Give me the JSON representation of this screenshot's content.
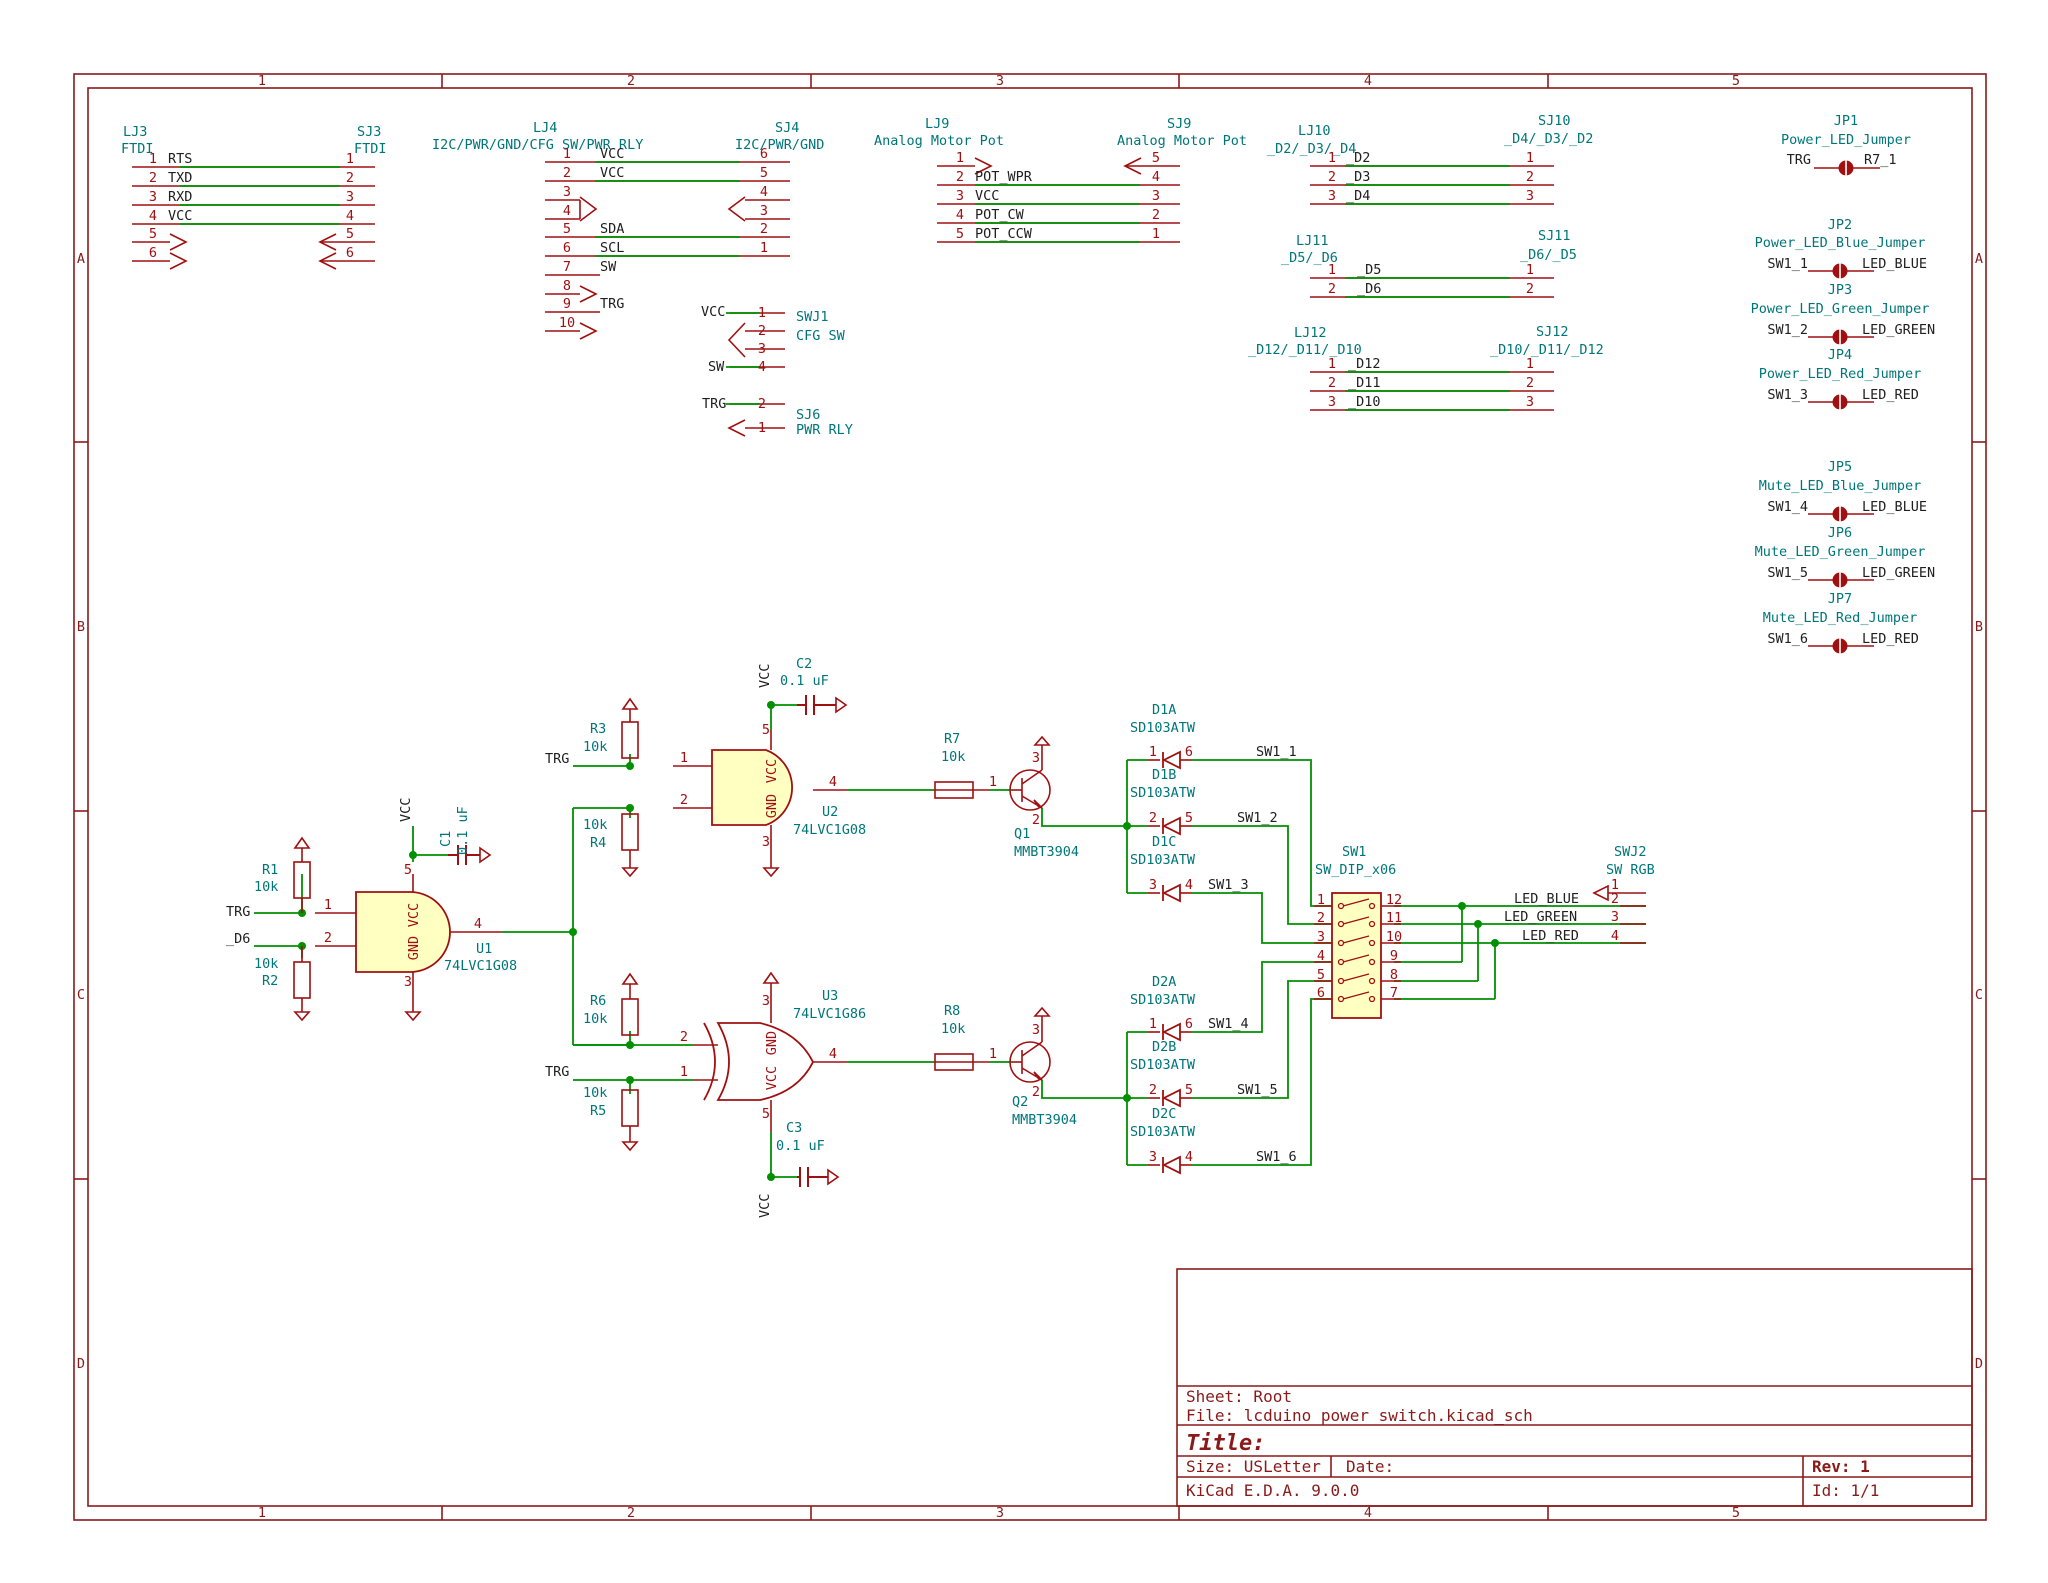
{
  "colors": {
    "border": "#8a1a1a",
    "pin": "#a01010",
    "wire": "#009000",
    "junction": "#009000",
    "reference": "#00767a",
    "body_fill": "#ffffc2",
    "net_label": "#202020"
  },
  "frame": {
    "columns": [
      "1",
      "2",
      "3",
      "4",
      "5"
    ],
    "rows": [
      "A",
      "B",
      "C",
      "D"
    ]
  },
  "title_block": {
    "sheet": "Sheet: Root",
    "file": "File: lcduino power switch.kicad_sch",
    "title": "Title:",
    "size": "Size: USLetter",
    "date": "Date:",
    "rev": "Rev: 1",
    "app": "KiCad E.D.A. 9.0.0",
    "id": "Id: 1/1"
  },
  "connectors": {
    "lj3": {
      "ref": "LJ3",
      "value": "FTDI",
      "pins": [
        "1",
        "2",
        "3",
        "4",
        "5",
        "6"
      ],
      "nets": [
        "RTS",
        "TXD",
        "RXD",
        "VCC"
      ]
    },
    "sj3": {
      "ref": "SJ3",
      "value": "FTDI",
      "pins": [
        "1",
        "2",
        "3",
        "4",
        "5",
        "6"
      ]
    },
    "lj4": {
      "ref": "LJ4",
      "value": "I2C/PWR/GND/CFG SW/PWR RLY",
      "pins": [
        "1",
        "2",
        "3",
        "4",
        "5",
        "6",
        "7",
        "8",
        "9",
        "10"
      ],
      "nets": [
        "VCC",
        "VCC",
        "SDA",
        "SCL",
        "SW",
        "TRG"
      ]
    },
    "sj4": {
      "ref": "SJ4",
      "value": "I2C/PWR/GND",
      "pins": [
        "6",
        "5",
        "4",
        "3",
        "2",
        "1"
      ]
    },
    "lj9": {
      "ref": "LJ9",
      "value": "Analog Motor Pot",
      "pins": [
        "1",
        "2",
        "3",
        "4",
        "5"
      ],
      "nets": [
        "POT_WPR",
        "VCC",
        "POT_CW",
        "POT_CCW"
      ]
    },
    "sj9": {
      "ref": "SJ9",
      "value": "Analog Motor Pot",
      "pins": [
        "5",
        "4",
        "3",
        "2",
        "1"
      ]
    },
    "lj10": {
      "ref": "LJ10",
      "value": "_D2/_D3/_D4",
      "pins": [
        "1",
        "2",
        "3"
      ],
      "nets": [
        "_D2",
        "_D3",
        "_D4"
      ]
    },
    "sj10": {
      "ref": "SJ10",
      "value": "_D4/_D3/_D2",
      "pins": [
        "1",
        "2",
        "3"
      ]
    },
    "lj11": {
      "ref": "LJ11",
      "value": "_D5/_D6",
      "pins": [
        "1",
        "2"
      ],
      "nets": [
        "_D5",
        "_D6"
      ]
    },
    "sj11": {
      "ref": "SJ11",
      "value": "_D6/_D5",
      "pins": [
        "1",
        "2"
      ]
    },
    "lj12": {
      "ref": "LJ12",
      "value": "_D12/_D11/_D10",
      "pins": [
        "1",
        "2",
        "3"
      ],
      "nets": [
        "_D12",
        "_D11",
        "_D10"
      ]
    },
    "sj12": {
      "ref": "SJ12",
      "value": "_D10/_D11/_D12",
      "pins": [
        "1",
        "2",
        "3"
      ]
    },
    "swj1": {
      "ref": "SWJ1",
      "value": "CFG SW",
      "pins": [
        "1",
        "2",
        "3",
        "4"
      ],
      "nets": [
        "VCC",
        "SW"
      ]
    },
    "sj6": {
      "ref": "SJ6",
      "value": "PWR RLY",
      "pins": [
        "2",
        "1"
      ],
      "nets": [
        "TRG"
      ]
    },
    "swj2": {
      "ref": "SWJ2",
      "value": "SW RGB",
      "pins": [
        "1",
        "2",
        "3",
        "4"
      ]
    }
  },
  "jumpers": [
    {
      "ref": "JP1",
      "value": "Power_LED_Jumper",
      "left": "TRG",
      "right": "R7_1"
    },
    {
      "ref": "JP2",
      "value": "Power_LED_Blue_Jumper",
      "left": "SW1_1",
      "right": "LED_BLUE"
    },
    {
      "ref": "JP3",
      "value": "Power_LED_Green_Jumper",
      "left": "SW1_2",
      "right": "LED_GREEN"
    },
    {
      "ref": "JP4",
      "value": "Power_LED_Red_Jumper",
      "left": "SW1_3",
      "right": "LED_RED"
    },
    {
      "ref": "JP5",
      "value": "Mute_LED_Blue_Jumper",
      "left": "SW1_4",
      "right": "LED_BLUE"
    },
    {
      "ref": "JP6",
      "value": "Mute_LED_Green_Jumper",
      "left": "SW1_5",
      "right": "LED_GREEN"
    },
    {
      "ref": "JP7",
      "value": "Mute_LED_Red_Jumper",
      "left": "SW1_6",
      "right": "LED_RED"
    }
  ],
  "parts": {
    "r1": {
      "ref": "R1",
      "value": "10k"
    },
    "r2": {
      "ref": "R2",
      "value": "10k"
    },
    "r3": {
      "ref": "R3",
      "value": "10k"
    },
    "r4": {
      "ref": "R4",
      "value": "10k"
    },
    "r5": {
      "ref": "R5",
      "value": "10k"
    },
    "r6": {
      "ref": "R6",
      "value": "10k"
    },
    "r7": {
      "ref": "R7",
      "value": "10k"
    },
    "r8": {
      "ref": "R8",
      "value": "10k"
    },
    "c1": {
      "ref": "C1",
      "value": "0.1 uF"
    },
    "c2": {
      "ref": "C2",
      "value": "0.1 uF"
    },
    "c3": {
      "ref": "C3",
      "value": "0.1 uF"
    },
    "u1": {
      "ref": "U1",
      "value": "74LVC1G08"
    },
    "u2": {
      "ref": "U2",
      "value": "74LVC1G08"
    },
    "u3": {
      "ref": "U3",
      "value": "74LVC1G86"
    },
    "q1": {
      "ref": "Q1",
      "value": "MMBT3904"
    },
    "q2": {
      "ref": "Q2",
      "value": "MMBT3904"
    },
    "sw1": {
      "ref": "SW1",
      "value": "SW_DIP_x06"
    },
    "d1a": {
      "ref": "D1A",
      "value": "SD103ATW"
    },
    "d1b": {
      "ref": "D1B",
      "value": "SD103ATW"
    },
    "d1c": {
      "ref": "D1C",
      "value": "SD103ATW"
    },
    "d2a": {
      "ref": "D2A",
      "value": "SD103ATW"
    },
    "d2b": {
      "ref": "D2B",
      "value": "SD103ATW"
    },
    "d2c": {
      "ref": "D2C",
      "value": "SD103ATW"
    }
  },
  "pin_numbers": {
    "one": "1",
    "two": "2",
    "three": "3",
    "four": "4",
    "five": "5",
    "six": "6",
    "seven": "7",
    "eight": "8",
    "nine": "9",
    "ten": "10",
    "eleven": "11",
    "twelve": "12"
  },
  "gate_labels": {
    "gnd": "GND",
    "vcc": "VCC"
  },
  "nets": {
    "vcc": "VCC",
    "trg": "TRG",
    "d6": "_D6",
    "sw1_1": "SW1_1",
    "sw1_2": "SW1_2",
    "sw1_3": "SW1_3",
    "sw1_4": "SW1_4",
    "sw1_5": "SW1_5",
    "sw1_6": "SW1_6",
    "led_blue": "LED_BLUE",
    "led_green": "LED_GREEN",
    "led_red": "LED_RED"
  }
}
